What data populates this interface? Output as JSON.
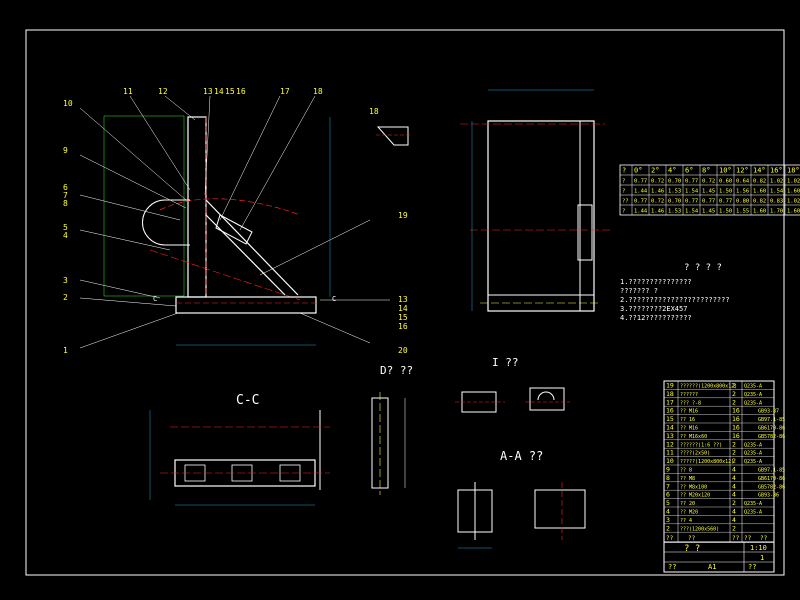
{
  "colors": {
    "background": "#000000",
    "line_white": "#ffffff",
    "line_yellow": "#ffff33",
    "line_red": "#ff2020",
    "line_green": "#22cc22",
    "dim_cyan": "#22a0d0"
  },
  "balloons": {
    "left_side": [
      "10",
      "9",
      "6",
      "7",
      "8",
      "5",
      "4",
      "3",
      "2",
      "1"
    ],
    "top": [
      "11",
      "12",
      "13",
      "14",
      "15",
      "16",
      "17",
      "18"
    ],
    "right_side": [
      "19",
      "13",
      "14",
      "15",
      "16",
      "20"
    ],
    "detail_18": "18"
  },
  "section_labels": {
    "c_left": "C",
    "c_right": "C",
    "cc_title": "C-C",
    "d_title": "D? ??",
    "i_title": "I ??",
    "aa_title": "A-A ??"
  },
  "data_table": {
    "header": [
      "?",
      "0°",
      "2°",
      "4°",
      "6°",
      "8°",
      "10°",
      "12°",
      "14°",
      "16°",
      "18°"
    ],
    "rows": [
      [
        "?",
        "0.77",
        "0.72",
        "0.70",
        "0.77",
        "0.72",
        "0.60",
        "0.64",
        "0.82",
        "1.02",
        "1.02"
      ],
      [
        "?",
        "1.44",
        "1.46",
        "1.53",
        "1.54",
        "1.45",
        "1.50",
        "1.56",
        "1.60",
        "1.54",
        "1.60"
      ],
      [
        "??",
        "0.77",
        "0.72",
        "0.70",
        "0.77",
        "0.77",
        "0.77",
        "0.80",
        "0.82",
        "0.83",
        "1.02"
      ],
      [
        "?",
        "1.44",
        "1.46",
        "1.53",
        "1.54",
        "1.45",
        "1.50",
        "1.55",
        "1.60",
        "1.70",
        "1.60"
      ]
    ]
  },
  "notes": {
    "title": "? ? ? ?",
    "lines": [
      "1.???????????????",
      "??????? ?",
      "2.????????????????????????",
      "3.????????2EX457",
      "4.??12???????????"
    ]
  },
  "parts_list": {
    "rows": [
      {
        "no": "19",
        "desc": "??????(1200x800x12)",
        "qty": "2",
        "mat": "Q235-A",
        "std": ""
      },
      {
        "no": "18",
        "desc": "??????",
        "qty": "2",
        "mat": "Q235-A",
        "std": ""
      },
      {
        "no": "17",
        "desc": "??? ?-8",
        "qty": "2",
        "mat": "Q235-A",
        "std": ""
      },
      {
        "no": "16",
        "desc": "?? M16",
        "qty": "16",
        "mat": "",
        "std": "GB93-87"
      },
      {
        "no": "15",
        "desc": "?? 16",
        "qty": "16",
        "mat": "",
        "std": "GB97.1-85"
      },
      {
        "no": "14",
        "desc": "?? M16",
        "qty": "16",
        "mat": "",
        "std": "GB6170-86"
      },
      {
        "no": "13",
        "desc": "?? M16x60",
        "qty": "16",
        "mat": "",
        "std": "GB5782-86"
      },
      {
        "no": "12",
        "desc": "??????(1:6 ??)",
        "qty": "2",
        "mat": "Q235-A",
        "std": ""
      },
      {
        "no": "11",
        "desc": "????(2x50)",
        "qty": "2",
        "mat": "Q235-A",
        "std": ""
      },
      {
        "no": "10",
        "desc": "?????(1200x800x12)",
        "qty": "2",
        "mat": "Q235-A",
        "std": ""
      },
      {
        "no": "9",
        "desc": "?? 8",
        "qty": "4",
        "mat": "",
        "std": "GB97.1-85"
      },
      {
        "no": "8",
        "desc": "?? M8",
        "qty": "4",
        "mat": "",
        "std": "GB6170-86"
      },
      {
        "no": "7",
        "desc": "?? M8x100",
        "qty": "4",
        "mat": "",
        "std": "GB5782-86"
      },
      {
        "no": "6",
        "desc": "?? M20x120",
        "qty": "4",
        "mat": "",
        "std": "GB93-86"
      },
      {
        "no": "5",
        "desc": "?? 20",
        "qty": "2",
        "mat": "Q235-A",
        "std": ""
      },
      {
        "no": "4",
        "desc": "?? M20",
        "qty": "4",
        "mat": "Q235-A",
        "std": ""
      },
      {
        "no": "3",
        "desc": "?? 4",
        "qty": "4",
        "mat": "",
        "std": ""
      },
      {
        "no": "2",
        "desc": "???(1200x560)",
        "qty": "2",
        "mat": "",
        "std": ""
      }
    ],
    "header": {
      "no": "??",
      "name": "??",
      "qty": "??",
      "mat": "??",
      "note": "??"
    }
  },
  "title_block": {
    "part_name": "? ?",
    "scale": "1:10",
    "sheet": "1",
    "size": "A1",
    "drawing_no": "??",
    "misc": "??"
  }
}
